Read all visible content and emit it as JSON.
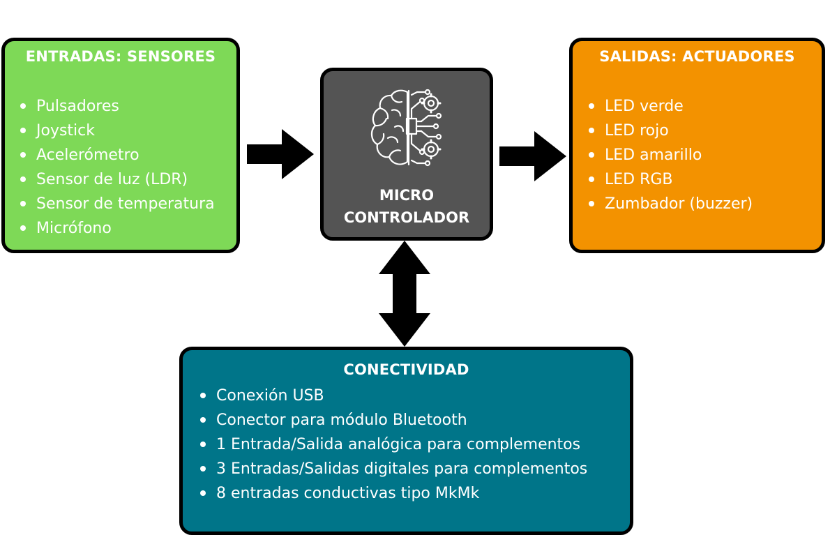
{
  "inputs": {
    "title": "ENTRADAS: SENSORES",
    "items": [
      "Pulsadores",
      "Joystick",
      "Acelerómetro",
      "Sensor de luz (LDR)",
      "Sensor de temperatura",
      "Micrófono"
    ]
  },
  "microcontroller": {
    "label_line1": "MICRO",
    "label_line2": "CONTROLADOR",
    "icon": "brain-circuit-icon"
  },
  "outputs": {
    "title": "SALIDAS: ACTUADORES",
    "items": [
      "LED verde",
      "LED rojo",
      "LED amarillo",
      "LED RGB",
      "Zumbador (buzzer)"
    ]
  },
  "connectivity": {
    "title": "CONECTIVIDAD",
    "items": [
      "Conexión USB",
      "Conector para módulo Bluetooth",
      "1 Entrada/Salida analógica para complementos",
      "3 Entradas/Salidas digitales para complementos",
      "8 entradas conductivas tipo MkMk"
    ]
  },
  "colors": {
    "inputs": "#7ed957",
    "outputs": "#f39200",
    "microcontroller": "#545454",
    "connectivity": "#007589",
    "arrows": "#000000"
  }
}
